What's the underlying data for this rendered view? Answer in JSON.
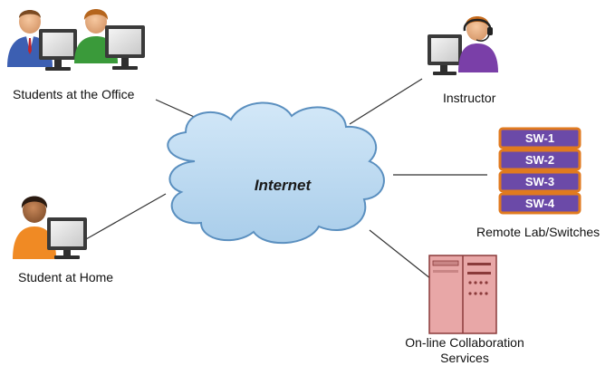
{
  "nodes": {
    "students_office": {
      "label": "Students at the Office"
    },
    "student_home": {
      "label": "Student at Home"
    },
    "instructor": {
      "label": "Instructor"
    },
    "internet": {
      "label": "Internet"
    },
    "remote_lab": {
      "label": "Remote Lab/Switches",
      "switches": [
        "SW-1",
        "SW-2",
        "SW-3",
        "SW-4"
      ]
    },
    "collaboration": {
      "label_line1": "On-line Collaboration",
      "label_line2": "Services"
    }
  },
  "colors": {
    "cloud_fill": "#b7d8f1",
    "cloud_stroke": "#5a8fbf",
    "switch_fill": "#6b4aa8",
    "switch_border": "#e07a1f",
    "server_fill": "#e8a7a7",
    "server_stroke": "#8a3a3a",
    "connector": "#333333"
  },
  "icons": {
    "office_students": "person-at-computer-icon",
    "home_student": "person-at-computer-icon",
    "instructor": "headset-person-at-computer-icon",
    "server": "server-rack-icon"
  }
}
